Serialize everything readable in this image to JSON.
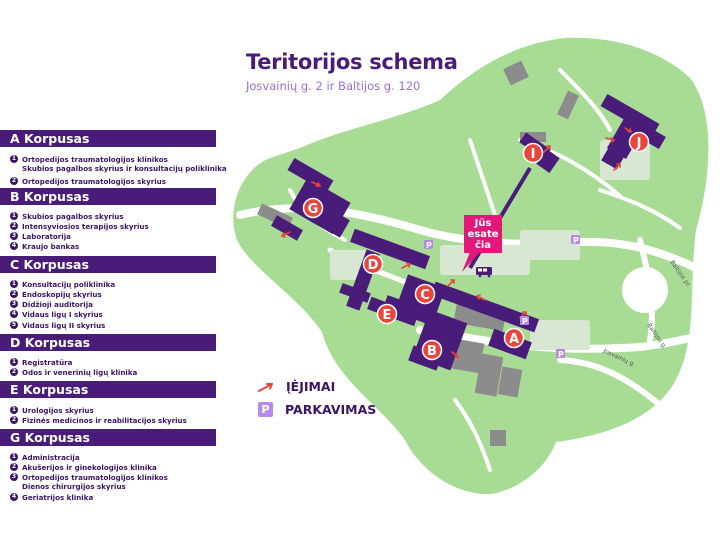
{
  "title": "Teritorijos schema",
  "subtitle": "Josvainių g. 2 ir Baltijos g. 120",
  "you_are_here": [
    "Jūs",
    "esate",
    "čia"
  ],
  "map_legend": {
    "entries": "ĮĖJIMAI",
    "parking": "PARKAVIMAS",
    "parking_symbol": "P"
  },
  "streets": {
    "baltijos_top": "Baltijos pr.",
    "baltijos_right": "Baltijos g.",
    "josvainiu": "Josvainių g."
  },
  "building_labels": [
    "A",
    "B",
    "C",
    "D",
    "E",
    "G",
    "I",
    "J"
  ],
  "colors": {
    "accent": "#4a1c7a",
    "entry_arrow": "#e8453c",
    "you_are_here": "#e4187b",
    "parking": "#b88ae8",
    "lawn": "#a8dc94",
    "building": "#4a1c7a"
  },
  "legend": [
    {
      "name": "A Korpusas",
      "items": [
        {
          "num": "1",
          "lines": [
            "Ortopedijos traumatologijos klinikos",
            "Skubios pagalbos skyrius ir konsultacijų poliklinika"
          ]
        },
        {
          "num": "2",
          "lines": [
            "Ortopedijos traumatologijos skyrius"
          ]
        }
      ]
    },
    {
      "name": "B Korpusas",
      "items": [
        {
          "num": "1",
          "lines": [
            "Skubios pagalbos skyrius"
          ]
        },
        {
          "num": "2",
          "lines": [
            "Intensyviosios terapijos skyrius"
          ]
        },
        {
          "num": "3",
          "lines": [
            "Laboratorija"
          ]
        },
        {
          "num": "4",
          "lines": [
            "Kraujo bankas"
          ]
        }
      ]
    },
    {
      "name": "C Korpusas",
      "items": [
        {
          "num": "1",
          "lines": [
            "Konsultacijų poliklinika"
          ]
        },
        {
          "num": "2",
          "lines": [
            "Endoskopijų skyrius"
          ]
        },
        {
          "num": "3",
          "lines": [
            "Didžioji auditorija"
          ]
        },
        {
          "num": "4",
          "lines": [
            "Vidaus ligų I skyrius"
          ]
        },
        {
          "num": "5",
          "lines": [
            "Vidaus ligų II skyrius"
          ]
        }
      ]
    },
    {
      "name": "D Korpusas",
      "items": [
        {
          "num": "1",
          "lines": [
            "Registratūra"
          ]
        },
        {
          "num": "2",
          "lines": [
            "Odos ir venerinių ligų klinika"
          ]
        }
      ]
    },
    {
      "name": "E Korpusas",
      "items": [
        {
          "num": "1",
          "lines": [
            "Urologijos skyrius"
          ]
        },
        {
          "num": "2",
          "lines": [
            "Fizinės medicinos ir reabilitacijos skyrius"
          ]
        }
      ]
    },
    {
      "name": "G Korpusas",
      "items": [
        {
          "num": "1",
          "lines": [
            "Administracija"
          ]
        },
        {
          "num": "2",
          "lines": [
            "Akušerijos ir ginekologijos klinika"
          ]
        },
        {
          "num": "3",
          "lines": [
            "Ortopedijos traumatologijos klinikos",
            "Dienos chirurgijos skyrius"
          ]
        },
        {
          "num": "4",
          "lines": [
            "Geriatrijos klinika"
          ]
        }
      ]
    }
  ]
}
